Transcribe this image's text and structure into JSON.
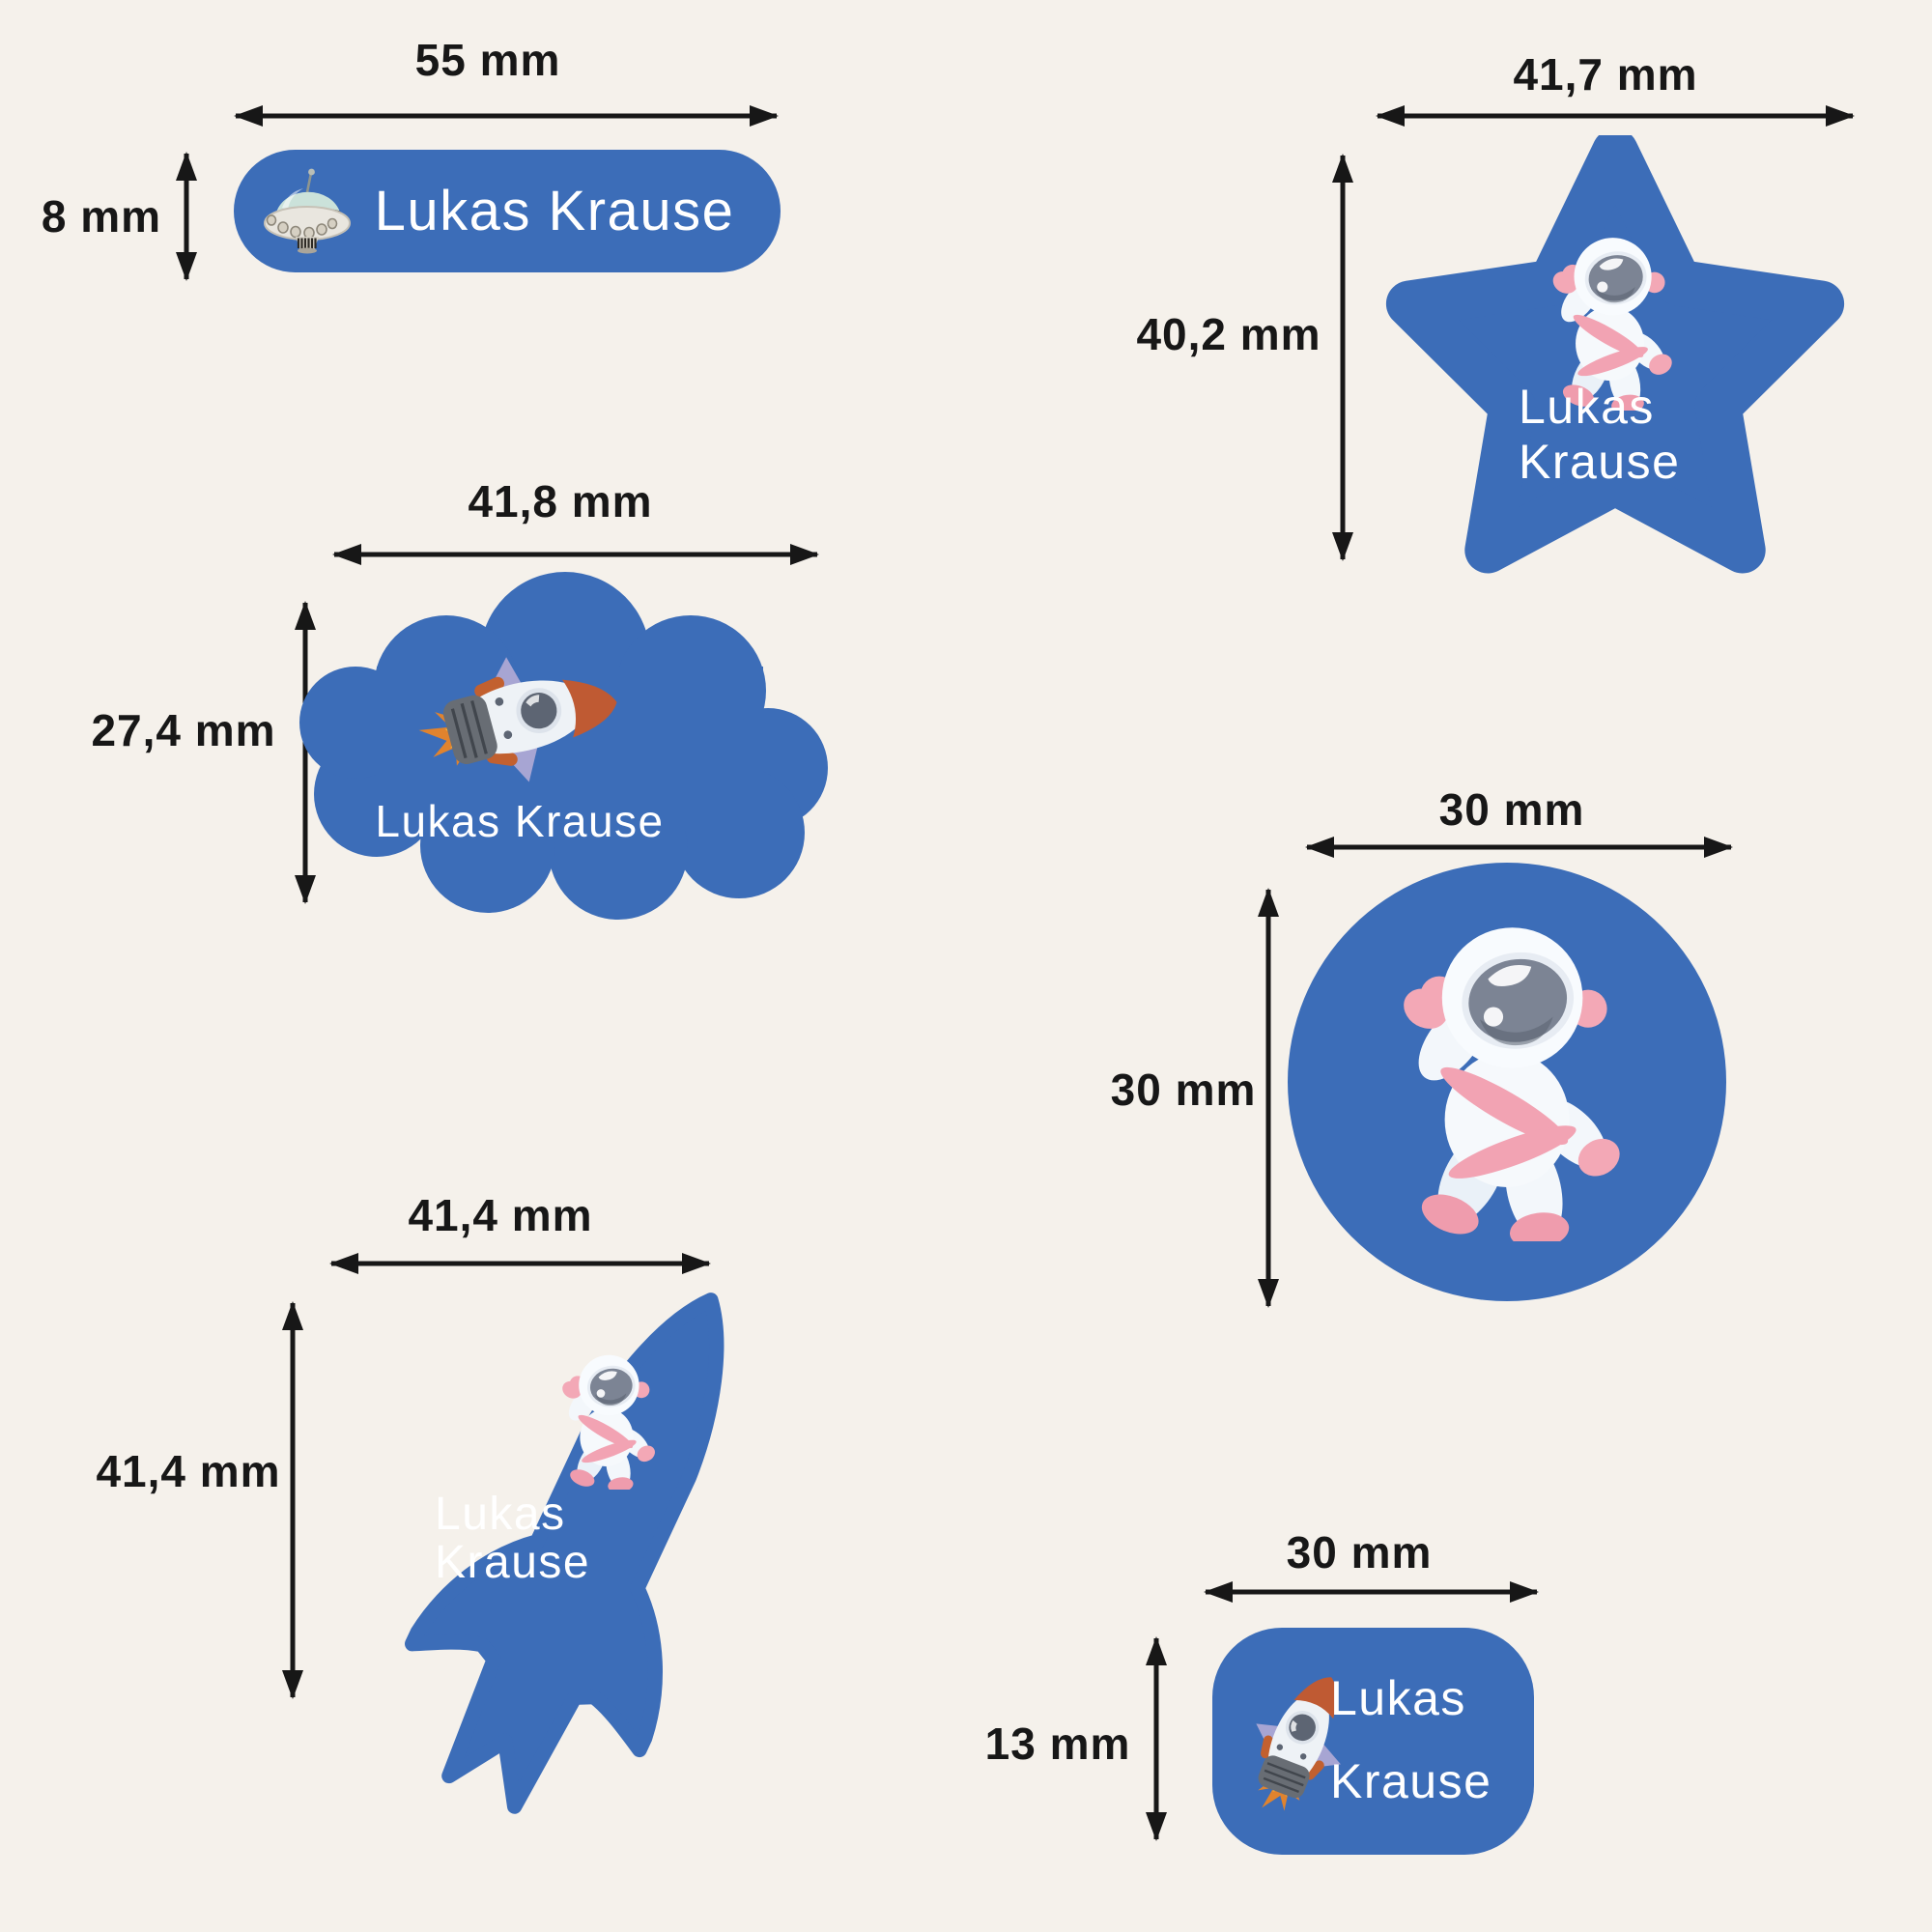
{
  "palette": {
    "background": "#f5f1eb",
    "label_blue": "#3c6db8",
    "dimension_text": "#171717",
    "name_text": "#ffffff"
  },
  "stickers": {
    "pill": {
      "shape": "rounded-pill",
      "icon": "ufo-icon",
      "name": "Lukas Krause",
      "width": "55 mm",
      "height": "8 mm"
    },
    "star": {
      "shape": "star",
      "icon": "astronaut-icon",
      "name_line1": "Lukas",
      "name_line2": "Krause",
      "width": "41,7 mm",
      "height": "40,2 mm"
    },
    "cloud": {
      "shape": "cloud",
      "icon": "rocket-icon",
      "name": "Lukas Krause",
      "width": "41,8 mm",
      "height": "27,4 mm"
    },
    "circle": {
      "shape": "circle",
      "icon": "astronaut-icon",
      "width": "30 mm",
      "height": "30 mm"
    },
    "rocket": {
      "shape": "rocket",
      "icon": "astronaut-icon",
      "name_line1": "Lukas",
      "name_line2": "Krause",
      "width": "41,4 mm",
      "height": "41,4 mm"
    },
    "small_rect": {
      "shape": "rounded-rectangle",
      "icon": "rocket-icon",
      "name_line1": "Lukas",
      "name_line2": "Krause",
      "width": "30 mm",
      "height": "13 mm"
    }
  }
}
